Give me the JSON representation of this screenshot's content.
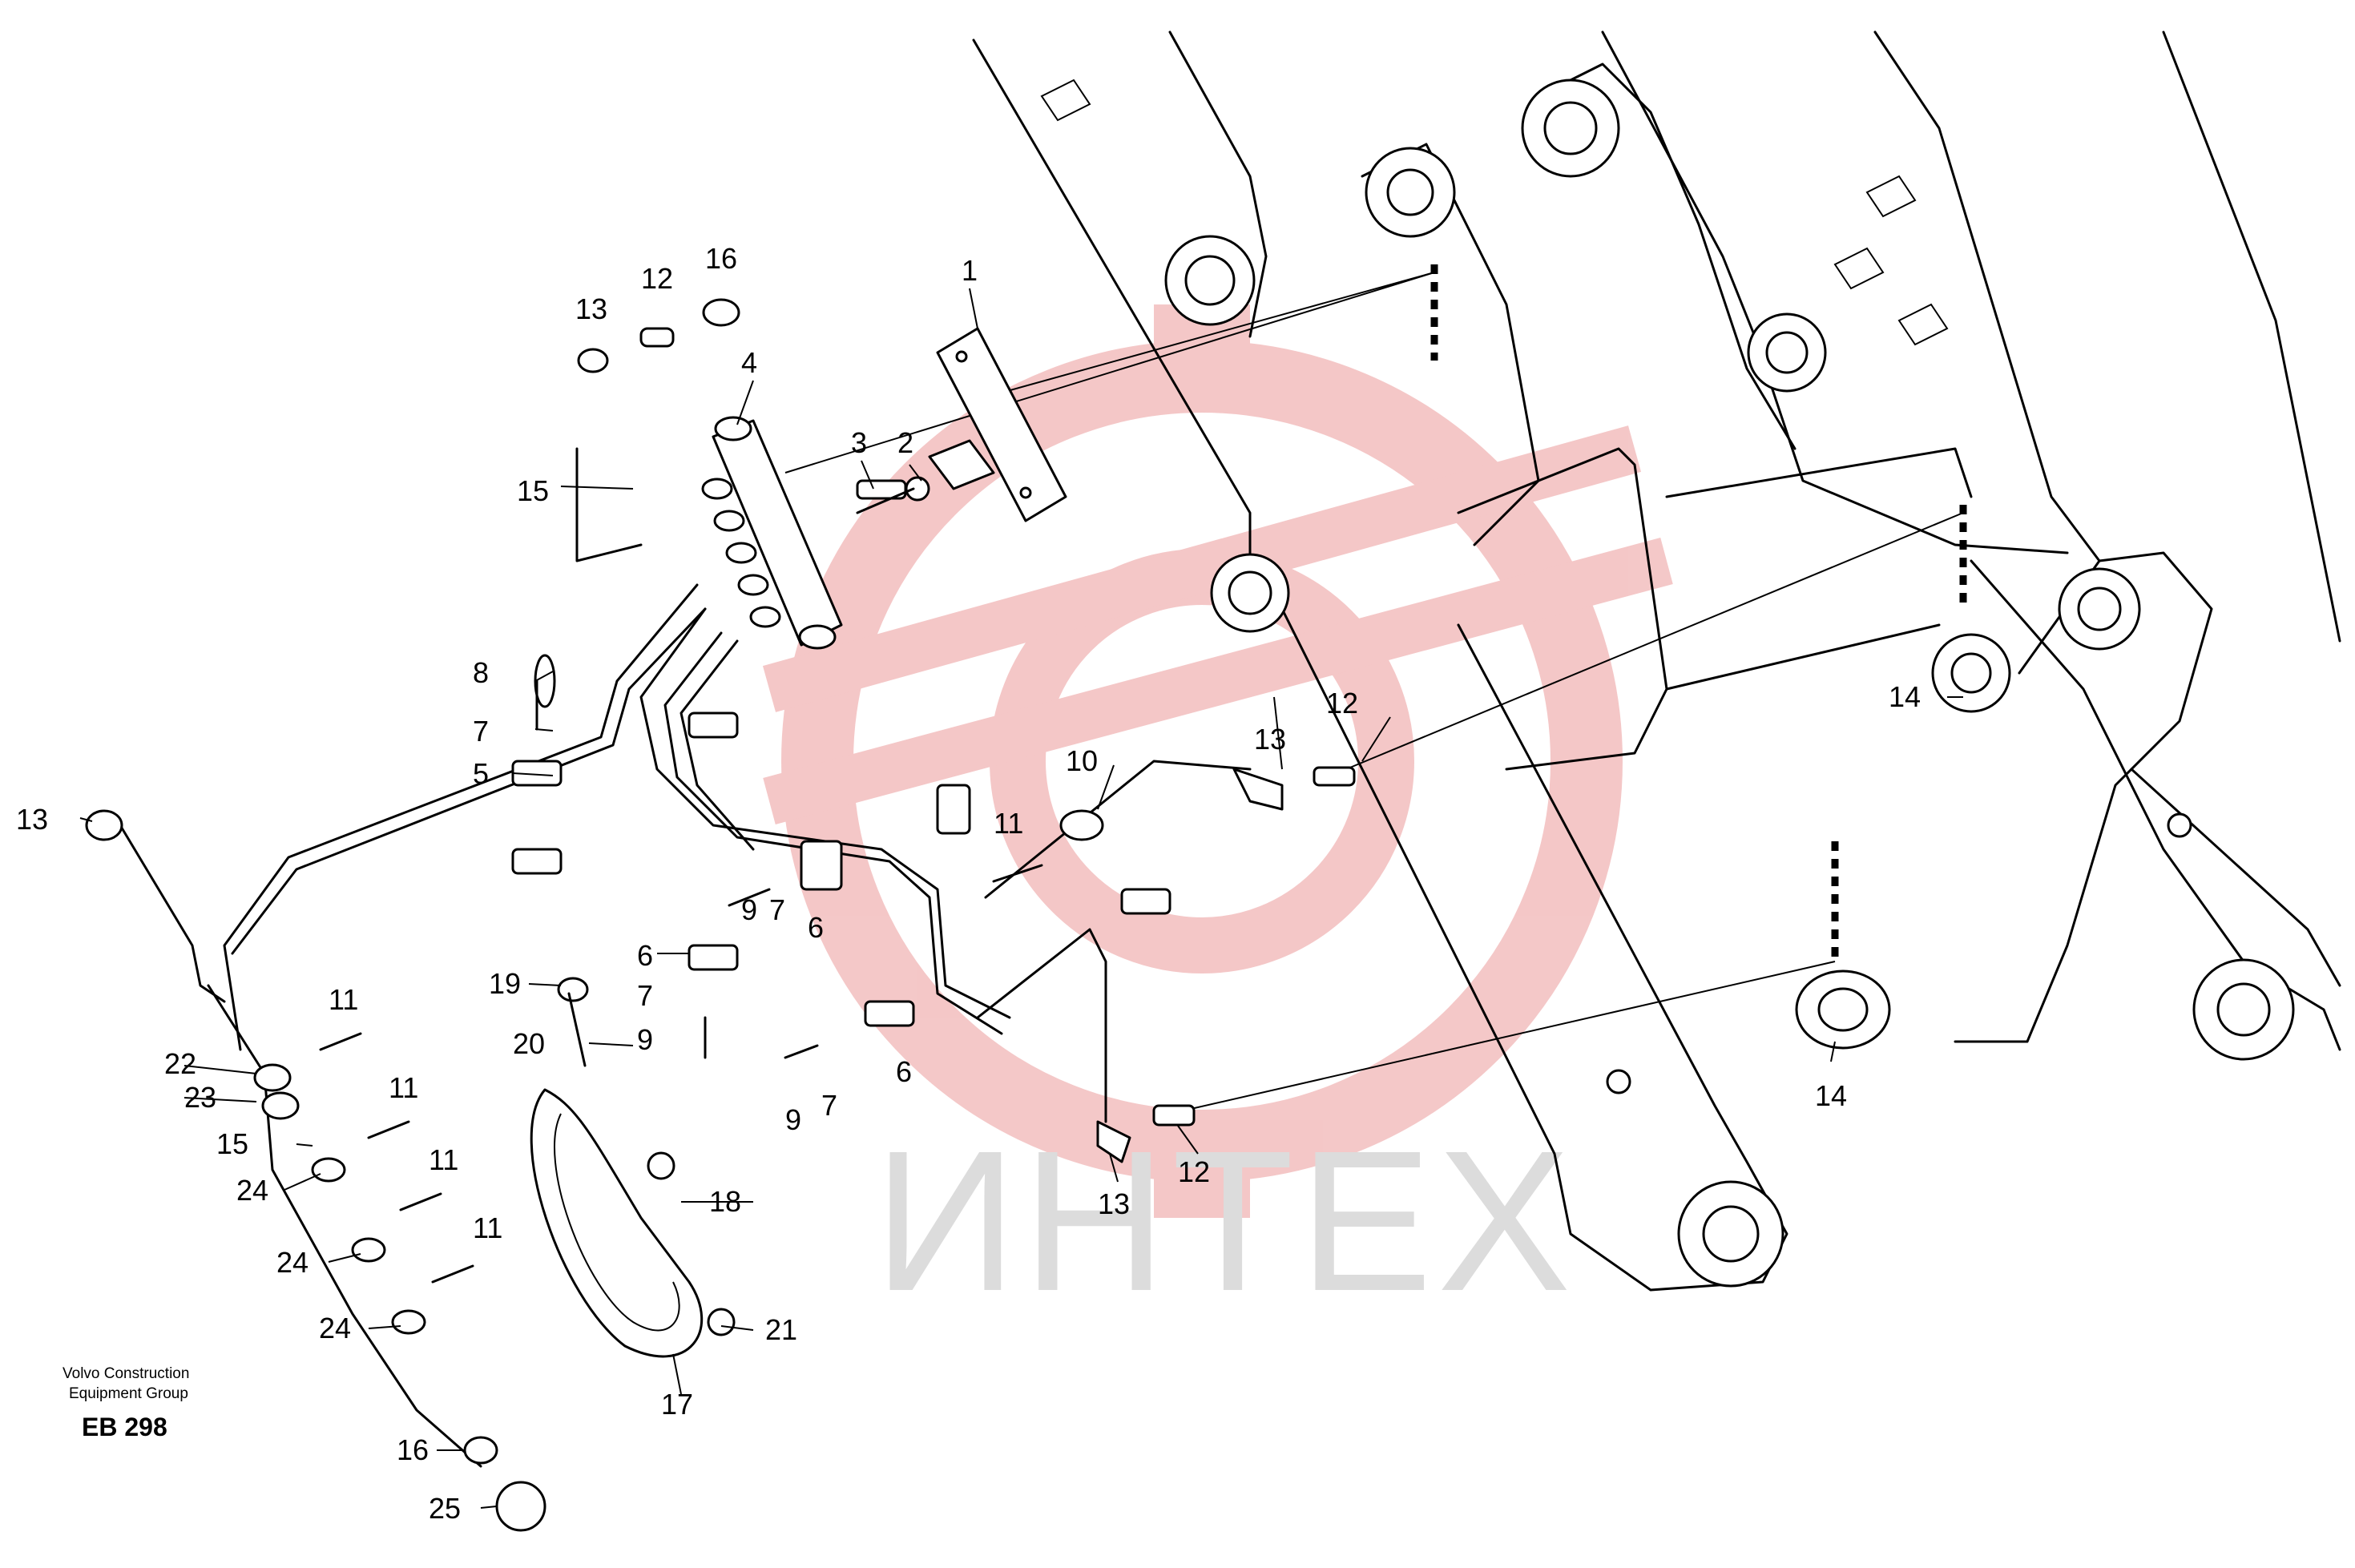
{
  "watermark": {
    "text": "ИНТЕХ",
    "color": "#f2b0b0"
  },
  "credit": {
    "line1": "Volvo Construction",
    "line2": "Equipment Group",
    "doc_id": "EB 298"
  },
  "callouts": {
    "c1": "1",
    "c2": "2",
    "c3": "3",
    "c4": "4",
    "c5": "5",
    "c6a": "6",
    "c6b": "6",
    "c6c": "6",
    "c7a": "7",
    "c7b": "7",
    "c7c": "7",
    "c7d": "7",
    "c8": "8",
    "c9a": "9",
    "c9b": "9",
    "c9c": "9",
    "c10": "10",
    "c11a": "11",
    "c11b": "11",
    "c11c": "11",
    "c11d": "11",
    "c11e": "11",
    "c12a": "12",
    "c12b": "12",
    "c12c": "12",
    "c13a": "13",
    "c13b": "13",
    "c13c": "13",
    "c13d": "13",
    "c14a": "14",
    "c14b": "14",
    "c15a": "15",
    "c15b": "15",
    "c16a": "16",
    "c16b": "16",
    "c17": "17",
    "c18": "18",
    "c19": "19",
    "c20": "20",
    "c21": "21",
    "c22": "22",
    "c23": "23",
    "c24a": "24",
    "c24b": "24",
    "c24c": "24",
    "c25": "25"
  }
}
